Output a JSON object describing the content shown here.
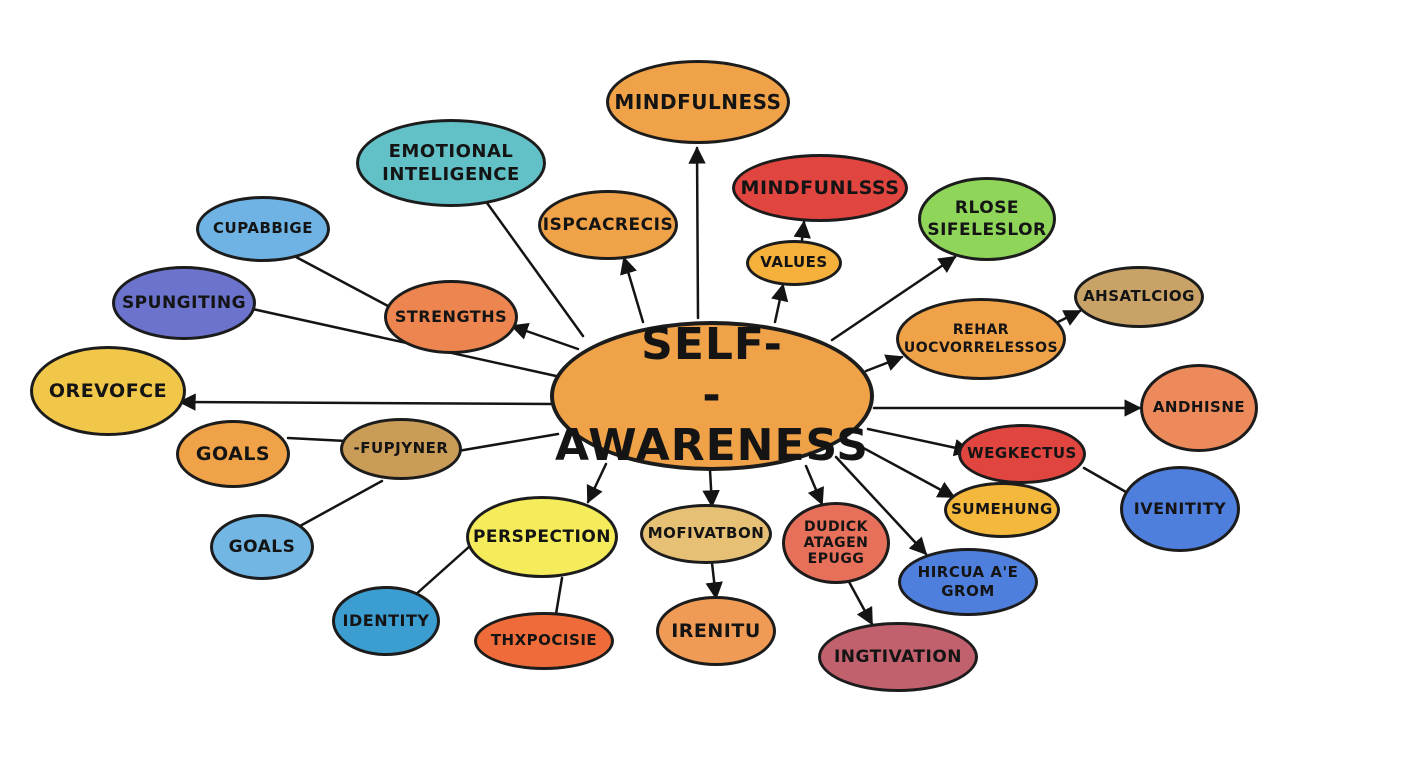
{
  "center": {
    "label": "SELF-\n-AWARENESS",
    "color": "#f0a248"
  },
  "nodes": [
    {
      "id": "mindfulness-1",
      "label": "MINDFULNESS",
      "color": "#f0a248"
    },
    {
      "id": "mindfulness-2",
      "label": "MINDFUNLSSS",
      "color": "#e0453f"
    },
    {
      "id": "emotional-intelligence",
      "label": "EMOTIONAL\nINTELIGENCE",
      "color": "#62c1c7"
    },
    {
      "id": "ispcacrecis",
      "label": "ISPCACRECIS",
      "color": "#f0a248"
    },
    {
      "id": "values",
      "label": "VALUES",
      "color": "#f5b13c"
    },
    {
      "id": "rlose-sifeleslor",
      "label": "RLOSE\nSIFELESLOR",
      "color": "#8ed55a"
    },
    {
      "id": "cupabbige",
      "label": "CUPABBIGE",
      "color": "#6fb3e4"
    },
    {
      "id": "spungiting",
      "label": "SPUNGITING",
      "color": "#6b73cd"
    },
    {
      "id": "strengths",
      "label": "STRENGTHS",
      "color": "#ec8550"
    },
    {
      "id": "rehar",
      "label": "REHAR\nUOCVORRELESSOS",
      "color": "#f0a248"
    },
    {
      "id": "ahsatlciog",
      "label": "AHSATLCIOG",
      "color": "#c9a268"
    },
    {
      "id": "orevofce",
      "label": "OREVOFCE",
      "color": "#f1c74a"
    },
    {
      "id": "andhisne",
      "label": "ANDHISNE",
      "color": "#ec8a5c"
    },
    {
      "id": "goals-1",
      "label": "GOALS",
      "color": "#f0a248"
    },
    {
      "id": "fupjyner",
      "label": "-FUPJYNER",
      "color": "#c99c58"
    },
    {
      "id": "wegkectus",
      "label": "WEGKECTUS",
      "color": "#e0453f"
    },
    {
      "id": "sumehung",
      "label": "SUMEHUNG",
      "color": "#f4b83c"
    },
    {
      "id": "ivenitity",
      "label": "IVENITITY",
      "color": "#4f7fdc"
    },
    {
      "id": "goals-2",
      "label": "GOALS",
      "color": "#72b6e3"
    },
    {
      "id": "perspection",
      "label": "PERSPECTION",
      "color": "#f5ec5c"
    },
    {
      "id": "mofivatbon",
      "label": "MOFIVATBON",
      "color": "#e5c075"
    },
    {
      "id": "dudick",
      "label": "DUDICK\nATAGEN\nEPUGG",
      "color": "#e6705a"
    },
    {
      "id": "hircua",
      "label": "HIRCUA A'E\nGROM",
      "color": "#4f7fdc"
    },
    {
      "id": "identity",
      "label": "IDENTITY",
      "color": "#3c9ed0"
    },
    {
      "id": "thxpocisie",
      "label": "THXPOCISIE",
      "color": "#ef6b39"
    },
    {
      "id": "irenitu",
      "label": "IRENITU",
      "color": "#ef9a55"
    },
    {
      "id": "ingtivation",
      "label": "INGTIVATION",
      "color": "#c2616e"
    }
  ]
}
